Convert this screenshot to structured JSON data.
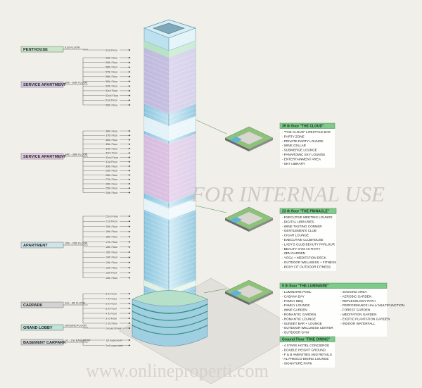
{
  "levels": [
    {
      "label": "PENTHOUSE",
      "range": "61st FLOOR",
      "floors": [
        "61st Floor"
      ],
      "color": "#c9e6c7"
    },
    {
      "label": "SERVICE APARTMENT",
      "range": "50th - 60th FLOOR",
      "floors": [
        "60th Floor",
        "59th Floor",
        "58th Floor",
        "57th Floor",
        "56th Floor",
        "55th Floor",
        "54th Floor",
        "53rd Floor",
        "52nd Floor",
        "51st Floor",
        "50th Floor"
      ],
      "color": "#d8c9e4"
    },
    {
      "label": "SERVICE APARTMENT",
      "range": "34th - 38th FLOOR",
      "floors": [
        "38th Floor",
        "37th Floor",
        "36th Floor",
        "35th Floor",
        "34th Floor",
        "33rd Floor",
        "32nd Floor",
        "31st Floor",
        "30th Floor",
        "29th Floor",
        "28th Floor",
        "27th Floor",
        "26th Floor",
        "25th Floor",
        "24th Floor"
      ],
      "color": "#e7c9e3"
    },
    {
      "label": "APARTMENT",
      "range": "10th - 20th FLOOR",
      "floors": [
        "22nd Floor",
        "21st Floor",
        "20th Floor",
        "19th Floor",
        "18th Floor",
        "17th Floor",
        "16th Floor",
        "15th Floor",
        "14th Floor",
        "13th Floor",
        "12th Floor",
        "11th Floor",
        "10th Floor"
      ],
      "color": "#cfe4ea"
    },
    {
      "label": "CARPARK",
      "range": "2nd - 8th FLOOR",
      "floors": [
        "8 th Floor",
        "7 th Floor",
        "6 th Floor",
        "5 th Floor",
        "4 th Floor",
        "3 rd Floor",
        "2 nd Floor"
      ],
      "color": "#d3d3d3"
    },
    {
      "label": "GRAND LOBBY",
      "range": "GROUND FLOOR",
      "floors": [
        "Ground Floor"
      ],
      "color": "#bfe3da"
    },
    {
      "label": "BASEMENT CARPARK",
      "range": "LG - 2nd BASEMENT",
      "floors": [
        "1st basement",
        "2nd basement"
      ],
      "color": "#d8d8d8"
    }
  ],
  "callouts": [
    {
      "title": "39 th floor \"THE CLOUD\"",
      "items": [
        "\"THE CLOUD\" LIFESTYLE BAR",
        "PARTY ZONE",
        "PRIVATE PARTY LOUNGE",
        "WINE CELLAR",
        "SUBMERGE LOUNGE",
        "PANAROMIC SKY LOUNGE",
        "ENTERTAINMENT AREA",
        "SKY LIBRARY"
      ]
    },
    {
      "title": "23 th floor \"THE PINNACLE\"",
      "items": [
        "EXECUTIVE MEETING LOUNGE",
        "DIGITAL LIBRARIES",
        "WINE TASTING CORNER",
        "GENTLEMEN'S CLUB",
        "CIGAR LOUNGE",
        "EXECUTIVE CLUBHOUSE",
        "LADY'S CLUB BEAUTY PARLOUR",
        "BEAUTY GYM ACTIVITY",
        "ZEN GARDEN",
        "YOGA + MEDITATION DECK",
        "OUTDOOR WELLNESS + FITNESS",
        "BODY FIT OUTDOOR FITNESS"
      ]
    },
    {
      "title": "9 th floor \"THE LUMINAIRE\"",
      "items": [
        "LUMINAIRE POOL",
        "CABANA DAY",
        "FAMILY BBQ",
        "FAMILY LOUNGE",
        "WINE GARDEN",
        "ROMANTIC GARDEN",
        "ROMANTIC LOUNGE",
        "SUNSET BAR + LOUNGE",
        "OUTDOOR WELLNESS CENTER",
        "OUTDOOR GYM"
      ],
      "items2": [
        "JOGGING AREA",
        "AEROBIC GARDEN",
        "REFLEXOLOGY PATH",
        "PERFORMANCE HALL/ MULTIFUNCTION",
        "FOREST GARDEN",
        "MEDITATION GARDEN",
        "EXOTIC PLANTATION GARDEN",
        "INDOOR WATERFALL"
      ]
    },
    {
      "title": "Ground Floor \"FINE DINING\"",
      "items": [
        "4 STARS HOTEL CONCIERGE",
        "DOUBLE HEIGHT GROUND",
        "F & B AMENITIES AND RETAILS",
        "AL FRESCO DINING LOUNGE",
        "SIGNATURE PARK"
      ]
    }
  ],
  "watermarks": [
    "FOR INTERNAL USE",
    "www.onlineproperti.com"
  ],
  "colors": {
    "callout_header": "#7fc98a",
    "callout_bg": "#ffffff",
    "tower_glass": "#a9d4e6"
  }
}
